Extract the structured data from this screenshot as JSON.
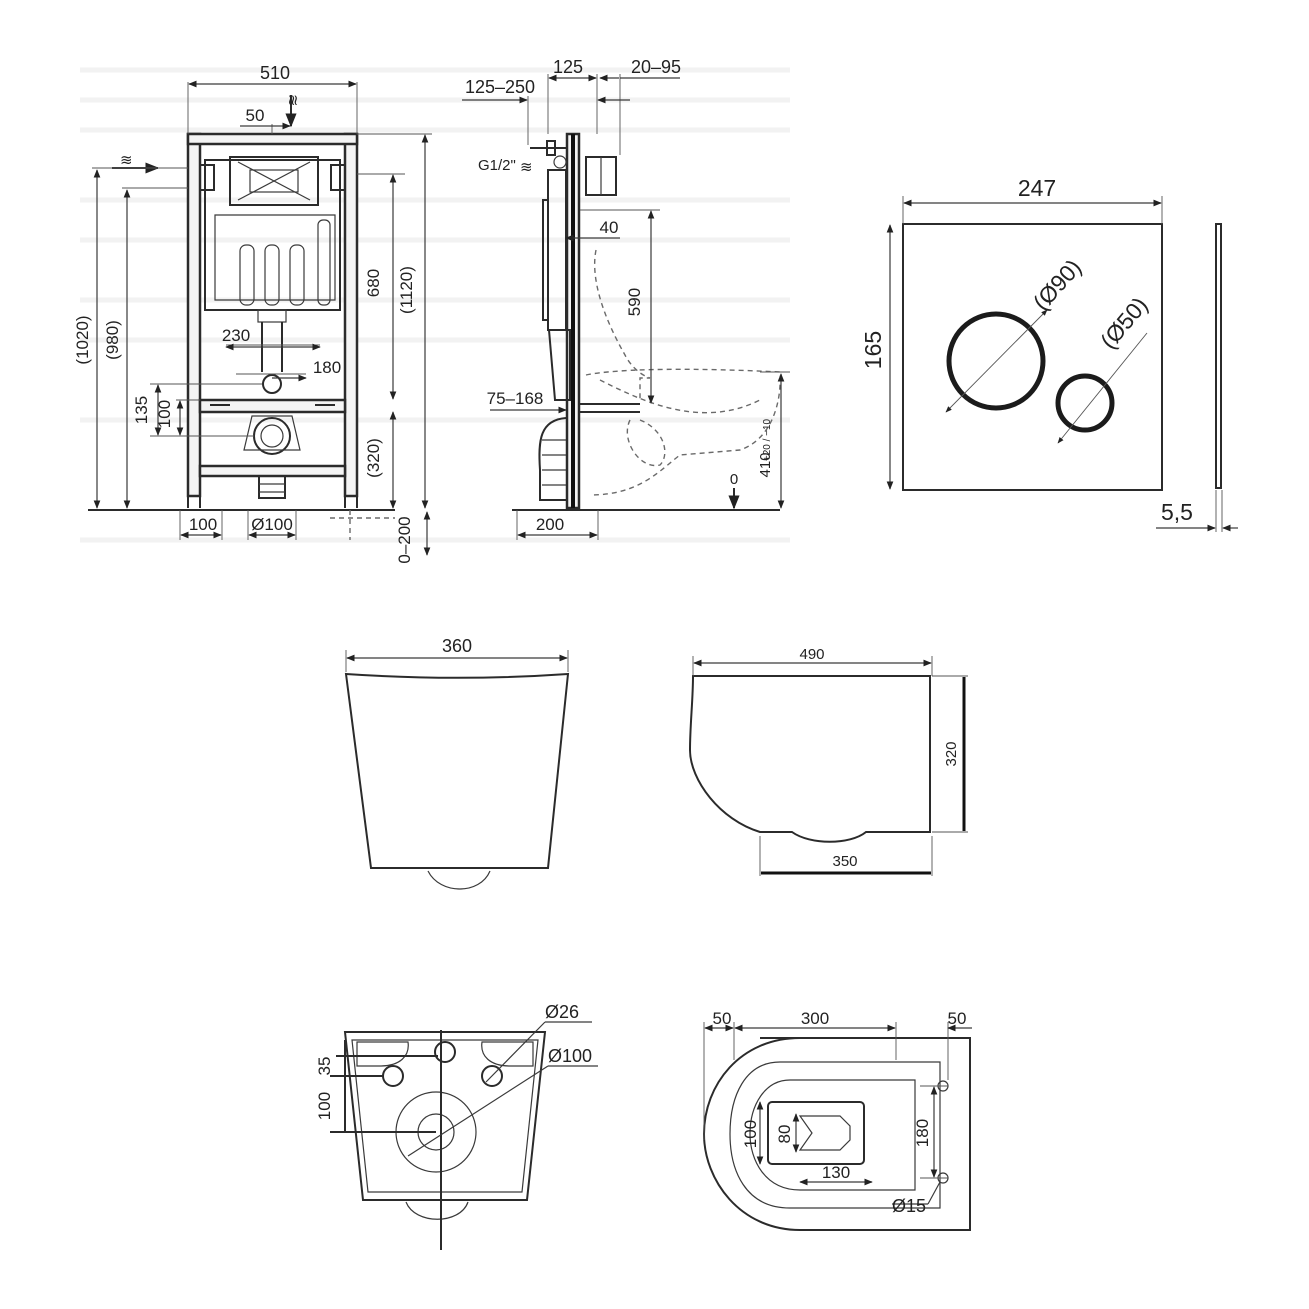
{
  "top_left": {
    "labels": {
      "w510": "510",
      "w50": "50",
      "w230": "230",
      "w180": "180",
      "h680": "680",
      "h1120": "(1120)",
      "h1020": "(1020)",
      "h980": "(980)",
      "h135": "135",
      "h100": "100",
      "h320": "(320)",
      "b100": "100",
      "d100": "Ø100",
      "r0200": "0–200"
    }
  },
  "top_side": {
    "labels": {
      "w125": "125",
      "w2095": "20–95",
      "w125250": "125–250",
      "g12": "G1/2\"",
      "w40": "40",
      "h590": "590",
      "w75168": "75–168",
      "b200": "200",
      "h410": "410",
      "h410tol": "+20 / −10",
      "zero": "0"
    }
  },
  "flush_plate": {
    "labels": {
      "w247": "247",
      "h165": "165",
      "d90": "(Ø90)",
      "d50": "(Ø50)",
      "t55": "5,5"
    }
  },
  "bowl_front": {
    "labels": {
      "w360": "360"
    }
  },
  "bowl_side": {
    "labels": {
      "w490": "490",
      "h320": "320",
      "w350": "350"
    }
  },
  "bowl_rear": {
    "labels": {
      "d26": "Ø26",
      "d100": "Ø100",
      "v35": "35",
      "v100": "100"
    }
  },
  "bowl_top": {
    "labels": {
      "w50a": "50",
      "w300": "300",
      "w50b": "50",
      "v100": "100",
      "v80": "80",
      "w130": "130",
      "v180": "180",
      "d15": "Ø15"
    }
  }
}
